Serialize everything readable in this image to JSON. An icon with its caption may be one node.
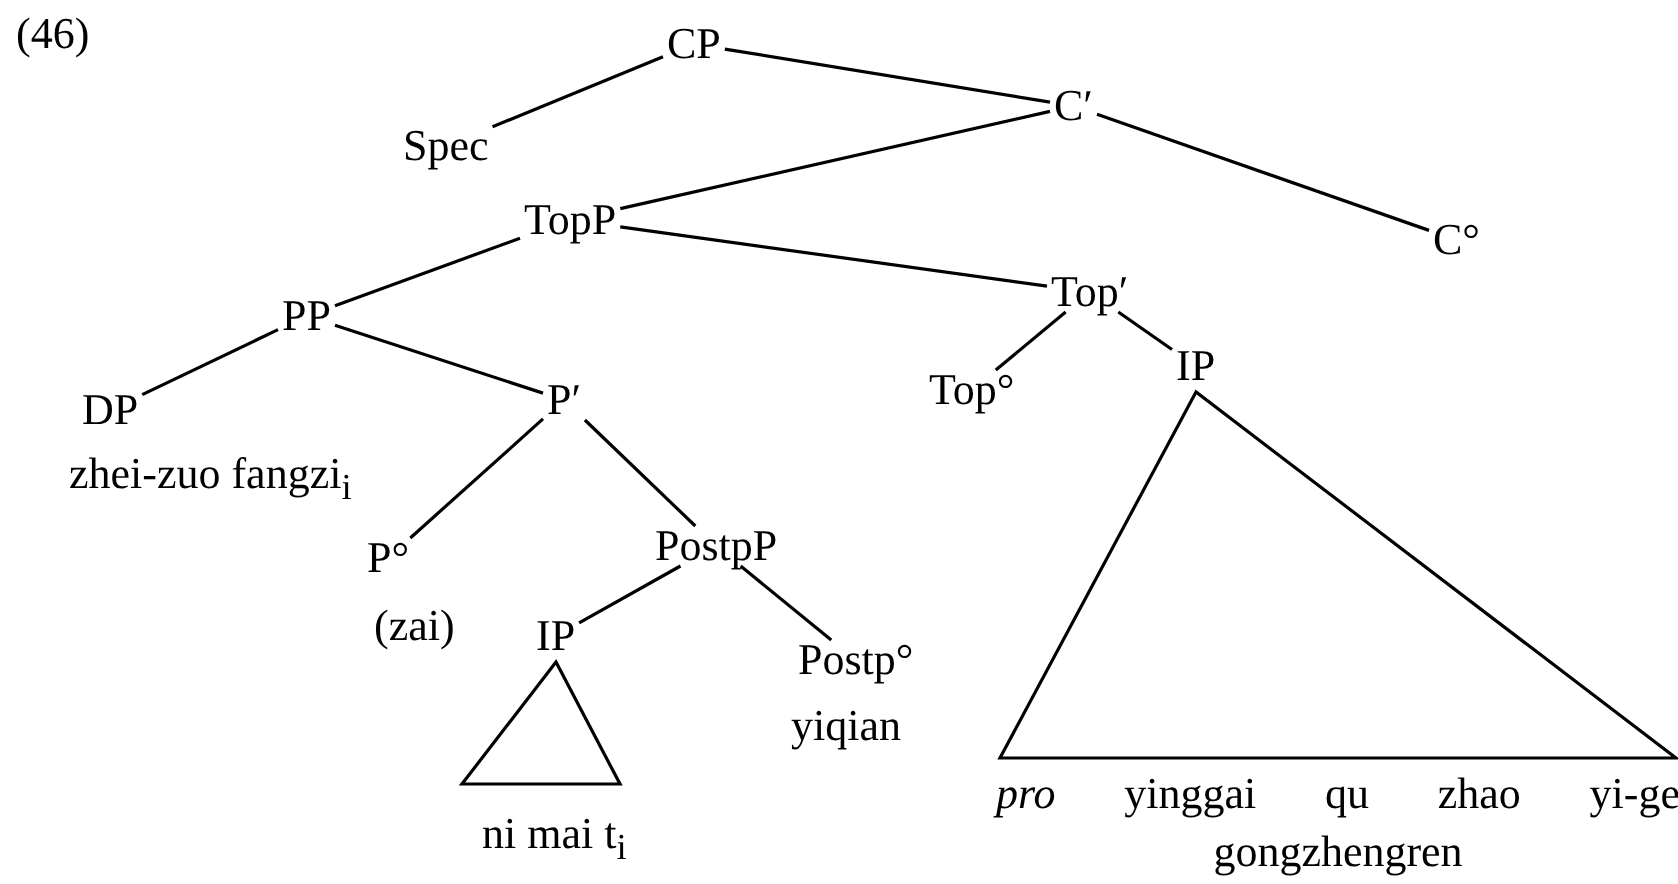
{
  "diagram": {
    "nodes": [
      {
        "text": [
          "CP"
        ]
      },
      {
        "text": [
          "Spec"
        ]
      },
      {
        "text": [
          "C′"
        ]
      },
      {
        "text": [
          "TopP"
        ]
      },
      {
        "text": [
          "C°"
        ]
      },
      {
        "text": [
          "PP"
        ]
      },
      {
        "text": [
          "Top′"
        ]
      },
      {
        "text": [
          "DP"
        ],
        "beside": [
          "zhei-zuo fangzi$_{i}$"
        ]
      },
      {
        "text": [
          "P′"
        ]
      },
      {
        "text": [
          "Top°"
        ]
      },
      {
        "text": [
          "IP"
        ],
        "beside": [
          "*pro* yinggai qu zhao yi-ge gongzhengren"
        ]
      },
      {
        "text": [
          "P°"
        ],
        "beside": [
          "(zai)"
        ]
      },
      {
        "text": [
          "PostpP"
        ]
      },
      {
        "text": [
          "IP"
        ],
        "beside": [
          "ni mai t$_{i}$"
        ]
      },
      {
        "text": [
          "Postp°"
        ],
        "beside": [
          "yiqian"
        ]
      }
    ],
    "edges": [
      {
        "from": 0,
        "to": 1,
        "arrow": "none"
      },
      {
        "from": 0,
        "to": 2,
        "arrow": "none"
      },
      {
        "from": 2,
        "to": 3,
        "arrow": "none"
      },
      {
        "from": 2,
        "to": 4,
        "arrow": "none"
      },
      {
        "from": 3,
        "to": 5,
        "arrow": "none"
      },
      {
        "from": 3,
        "to": 6,
        "arrow": "none"
      },
      {
        "from": 5,
        "to": 7,
        "arrow": "none"
      },
      {
        "from": 5,
        "to": 8,
        "arrow": "none"
      },
      {
        "from": 6,
        "to": 9,
        "arrow": "none"
      },
      {
        "from": 6,
        "to": 10,
        "arrow": "none"
      },
      {
        "from": 8,
        "to": 11,
        "arrow": "none"
      },
      {
        "from": 8,
        "to": 12,
        "arrow": "none"
      },
      {
        "from": 12,
        "to": 13,
        "arrow": "none"
      },
      {
        "from": 12,
        "to": 14,
        "arrow": "none"
      }
    ],
    "labels": [
      "(46)"
    ]
  }
}
